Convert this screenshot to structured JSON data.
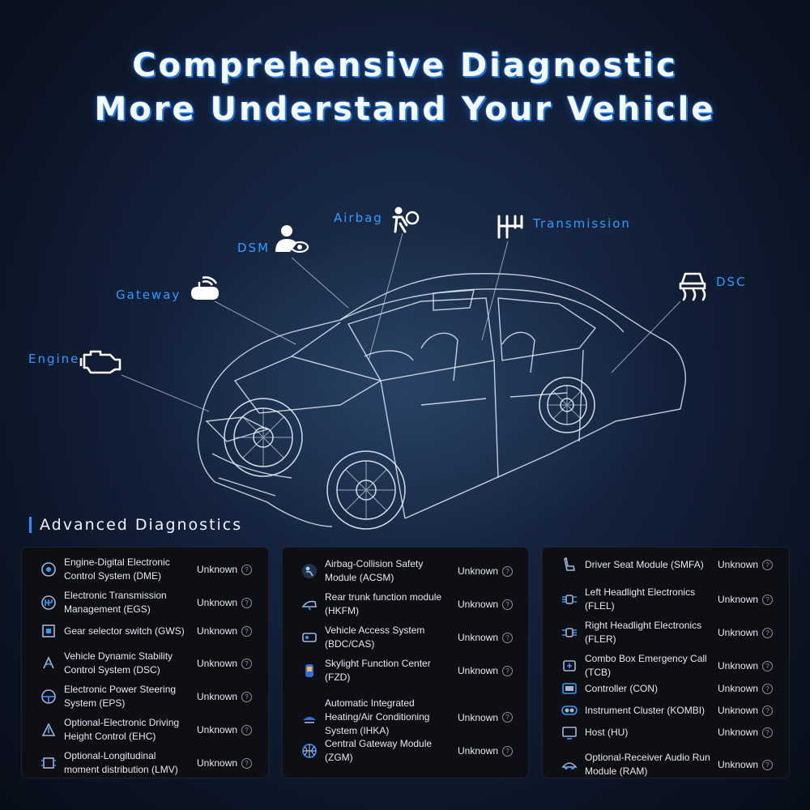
{
  "header": {
    "line1": "Comprehensive Diagnostic",
    "line2": "More Understand Your Vehicle"
  },
  "callouts": [
    {
      "label": "Engine",
      "icon": "engine-icon"
    },
    {
      "label": "Gateway",
      "icon": "gateway-icon"
    },
    {
      "label": "DSM",
      "icon": "dsm-icon"
    },
    {
      "label": "Airbag",
      "icon": "airbag-icon"
    },
    {
      "label": "Transmission",
      "icon": "transmission-icon"
    },
    {
      "label": "DSC",
      "icon": "dsc-icon"
    }
  ],
  "section_title": "Advanced Diagnostics",
  "columns": [
    [
      {
        "name": "Engine-Digital Electronic Control System (DME)",
        "status": "Unknown",
        "icon": "engine-module-icon"
      },
      {
        "name": "Electronic Transmission Management (EGS)",
        "status": "Unknown",
        "icon": "transmission-module-icon"
      },
      {
        "name": "Gear selector switch (GWS)",
        "status": "Unknown",
        "icon": "gear-selector-icon"
      },
      {
        "name": "Vehicle Dynamic Stability Control System (DSC)",
        "status": "Unknown",
        "icon": "stability-icon"
      },
      {
        "name": "Electronic Power Steering System (EPS)",
        "status": "Unknown",
        "icon": "steering-icon"
      },
      {
        "name": "Optional-Electronic Driving Height Control (EHC)",
        "status": "Unknown",
        "icon": "height-control-icon"
      },
      {
        "name": "Optional-Longitudinal moment distribution (LMV)",
        "status": "Unknown",
        "icon": "moment-distribution-icon"
      }
    ],
    [
      {
        "name": "Airbag-Collision Safety Module (ACSM)",
        "status": "Unknown",
        "icon": "airbag-module-icon"
      },
      {
        "name": "Rear trunk function module (HKFM)",
        "status": "Unknown",
        "icon": "trunk-icon"
      },
      {
        "name": "Vehicle Access System (BDC/CAS)",
        "status": "Unknown",
        "icon": "access-icon"
      },
      {
        "name": "Skylight Function Center (FZD)",
        "status": "Unknown",
        "icon": "skylight-icon"
      },
      {
        "name": "Automatic Integrated Heating/Air Conditioning System (IHKA)",
        "status": "Unknown",
        "icon": "air-conditioning-icon"
      },
      {
        "name": "Central Gateway Module (ZGM)",
        "status": "Unknown",
        "icon": "gateway-module-icon"
      }
    ],
    [
      {
        "name": "Driver Seat Module (SMFA)",
        "status": "Unknown",
        "icon": "seat-icon"
      },
      {
        "name": "Left Headlight Electronics (FLEL)",
        "status": "Unknown",
        "icon": "left-headlight-icon"
      },
      {
        "name": "Right Headlight Electronics (FLER)",
        "status": "Unknown",
        "icon": "right-headlight-icon"
      },
      {
        "name": "Combo Box Emergency Call (TCB)",
        "status": "Unknown",
        "icon": "emergency-call-icon"
      },
      {
        "name": "Controller (CON)",
        "status": "Unknown",
        "icon": "controller-icon"
      },
      {
        "name": "Instrument Cluster (KOMBI)",
        "status": "Unknown",
        "icon": "cluster-icon"
      },
      {
        "name": "Host (HU)",
        "status": "Unknown",
        "icon": "host-icon"
      },
      {
        "name": "Optional-Receiver Audio Run Module (RAM)",
        "status": "Unknown",
        "icon": "audio-icon"
      }
    ]
  ],
  "help_glyph": "?",
  "colors": {
    "accent": "#2f9bff",
    "panel": "#0d0f14",
    "text": "#e3e8ef"
  }
}
